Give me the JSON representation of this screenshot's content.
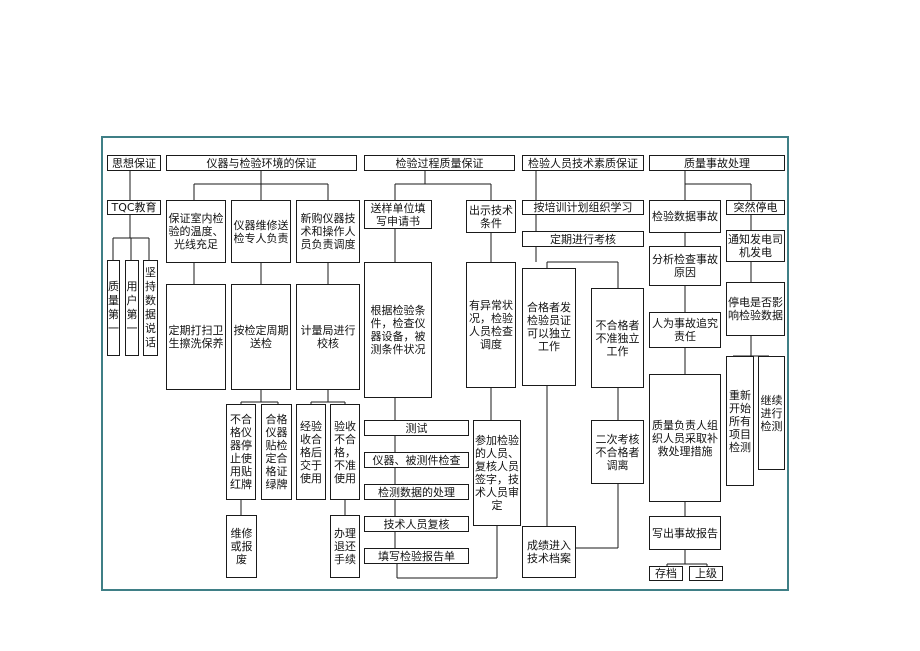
{
  "colors": {
    "frame_border": "#3f7f86",
    "box_border": "#1a1a1a",
    "text": "#111111"
  },
  "headers": [
    "思想保证",
    "仪器与检验环境的保证",
    "检验过程质量保证",
    "检验人员技术素质保证",
    "质量事故处理"
  ],
  "col1": {
    "tqc": "TQC教育",
    "items": [
      "质量第一",
      "用户第一",
      "坚持数据说话"
    ]
  },
  "col2": {
    "top": [
      "保证室内检验的温度、光线充足",
      "仪器维修送检专人负责",
      "新购仪器技术和操作人员负责调度"
    ],
    "mid": [
      "定期打扫卫生擦洗保养",
      "按检定周期送检",
      "计量局进行校核"
    ],
    "low": [
      "不合格仪器停止使用贴红牌",
      "合格仪器贴检定合格证绿牌",
      "经验收合格后交于使用",
      "验收不合格，不准使用"
    ],
    "bottom": [
      "维修或报废",
      "办理退还手续"
    ]
  },
  "col3": {
    "top_left": "送样单位填写申请书",
    "top_right": "出示技术条件",
    "mid_left": "根据检验条件，检查仪器设备，被测条件状况",
    "mid_right": "有异常状况，检验人员检查调度",
    "steps": [
      "测试",
      "仪器、被测件检查",
      "检测数据的处理",
      "技术人员复核",
      "填写检验报告单"
    ],
    "sign": "参加检验的人员、复核人员签字，技术人员审定"
  },
  "col4": {
    "train": "按培训计划组织学习",
    "exam": "定期进行考核",
    "pass": "合格者发检验员证可以独立工作",
    "fail": "不合格者不准独立工作",
    "second": "二次考核不合格者调离",
    "archive": "成绩进入技术档案"
  },
  "col5": {
    "accident": "检验数据事故",
    "outage": "突然停电",
    "analyze": "分析检查事故原因",
    "notify": "通知发电司机发电",
    "human": "人为事故追究责任",
    "affect": "停电是否影响检验数据",
    "measures": "质量负责人组织人员采取补救处理措施",
    "recheck": "重新开始所有项目检测",
    "continue": "继续进行检测",
    "report": "写出事故报告",
    "archive": "存档",
    "superior": "上级"
  }
}
